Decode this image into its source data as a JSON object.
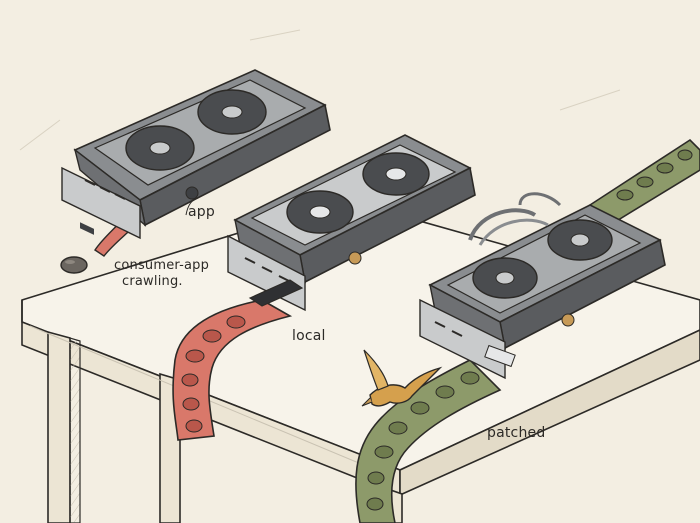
{
  "labels": {
    "app": "app",
    "consumer_app_line1": "consumer-app",
    "consumer_app_line2": "crawling.",
    "local": "local",
    "patched": "patched"
  },
  "colors": {
    "paper": "#f3eee2",
    "table": "#f7f3ea",
    "ink": "#2c2a27",
    "card_dark": "#5a5c5f",
    "card_mid": "#8a8d90",
    "card_light": "#c9cbcc",
    "red_belt": "#d9786a",
    "red_dot": "#b9574b",
    "green_belt": "#8d9a6a",
    "green_dot": "#6f7c4e",
    "bird": "#d5a04d",
    "copper": "#c79a57"
  },
  "icons": {
    "gpu_left": "graphics-card-icon",
    "gpu_middle": "graphics-card-icon",
    "gpu_right": "graphics-card-icon",
    "bird": "bird-icon",
    "pebble": "pebble-icon"
  }
}
